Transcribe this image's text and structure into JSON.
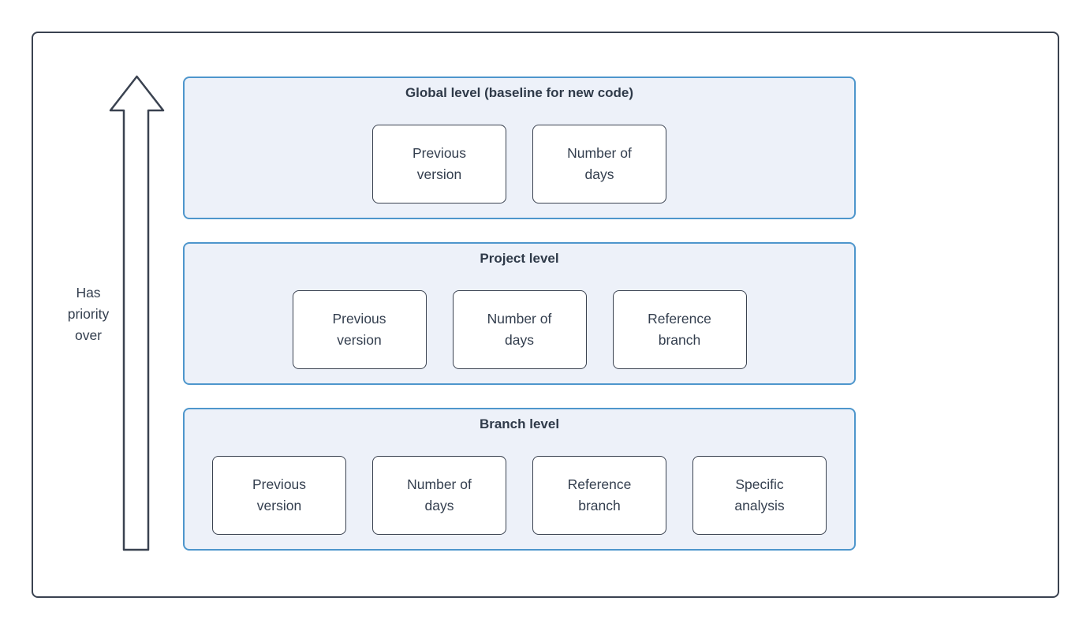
{
  "arrow": {
    "direction": "up",
    "lines": [
      "Has",
      "priority",
      "over"
    ]
  },
  "sections": [
    {
      "title": "Global level (baseline for new code)",
      "boxes": [
        {
          "lines": [
            "Previous",
            "version"
          ]
        },
        {
          "lines": [
            "Number of",
            "days"
          ]
        }
      ]
    },
    {
      "title": "Project level",
      "boxes": [
        {
          "lines": [
            "Previous",
            "version"
          ]
        },
        {
          "lines": [
            "Number of",
            "days"
          ]
        },
        {
          "lines": [
            "Reference",
            "branch"
          ]
        }
      ]
    },
    {
      "title": "Branch level",
      "boxes": [
        {
          "lines": [
            "Previous",
            "version"
          ]
        },
        {
          "lines": [
            "Number of",
            "days"
          ]
        },
        {
          "lines": [
            "Reference",
            "branch"
          ]
        },
        {
          "lines": [
            "Specific",
            "analysis"
          ]
        }
      ]
    }
  ],
  "colors": {
    "section_border": "#4e96cc",
    "section_fill": "#edf1f9",
    "outline": "#3a4250",
    "text": "#333e4e",
    "box_fill": "#ffffff",
    "background": "#ffffff"
  }
}
